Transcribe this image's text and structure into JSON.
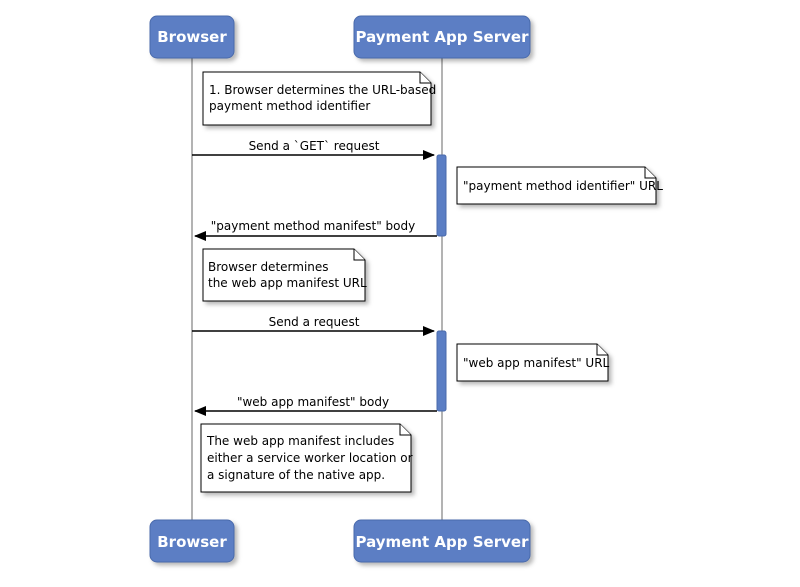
{
  "participants": {
    "browser": "Browser",
    "server": "Payment App Server"
  },
  "notes": {
    "n1": [
      "1. Browser determines the URL-based",
      "payment method identifier"
    ],
    "n2": [
      "\"payment method identifier\" URL"
    ],
    "n3": [
      "Browser determines",
      "the web app manifest URL"
    ],
    "n4": [
      "\"web app manifest\" URL"
    ],
    "n5": [
      "The web app manifest includes",
      "either a service worker location or",
      "a signature of the native app."
    ]
  },
  "messages": {
    "m1": "Send a `GET` request",
    "m2": "\"payment method manifest\" body",
    "m3": "Send a request",
    "m4": "\"web app manifest\" body"
  },
  "colors": {
    "participant_fill": "#5b7ec4",
    "participant_text": "#ffffff",
    "lifeline": "#9a9a9a",
    "arrow": "#000000"
  }
}
